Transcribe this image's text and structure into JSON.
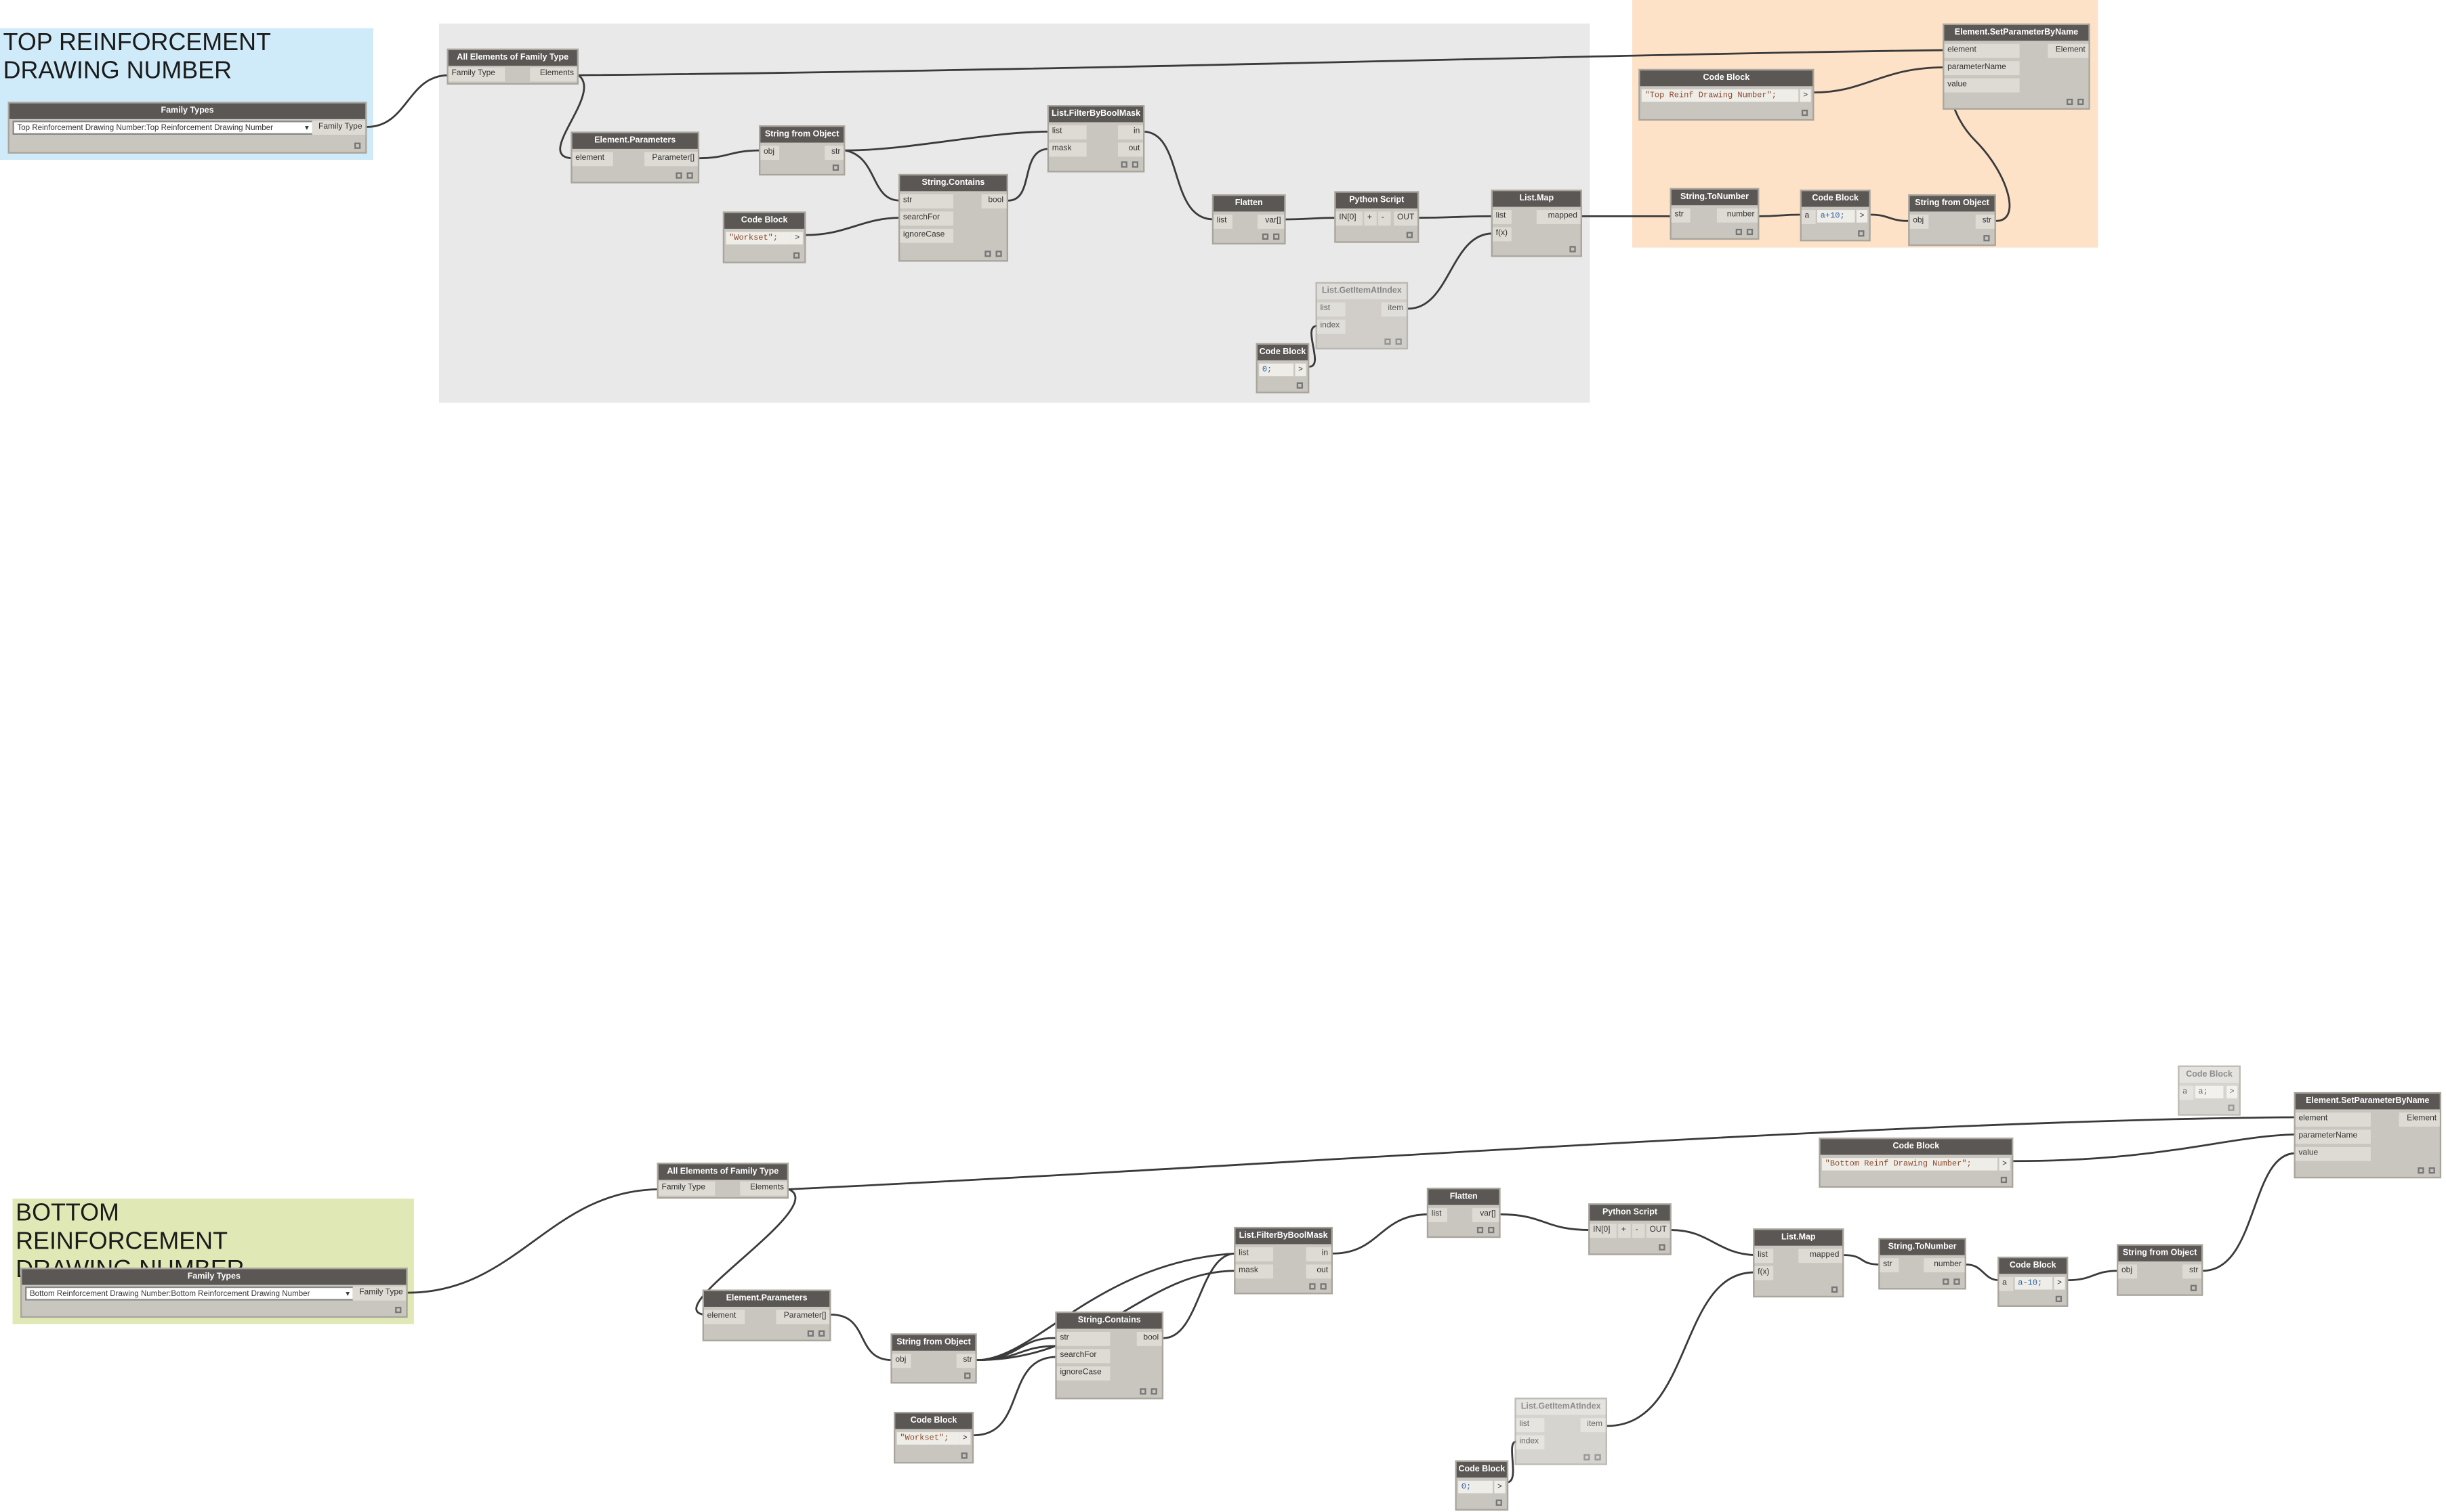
{
  "groups": {
    "top": {
      "title": "TOP REINFORCEMENT DRAWING NUMBER",
      "color": "#cfeaf8"
    },
    "bottom": {
      "title": "BOTTOM REINFORCEMENT DRAWING NUMBER",
      "color": "#e0e9b6"
    },
    "top_filter_color": "#e9e9e9",
    "top_set_color": "#fde2c8"
  },
  "labels": {
    "family_types": "Family Types",
    "family_type": "Family Type",
    "all_elements": "All Elements of Family Type",
    "elements": "Elements",
    "element_parameters": "Element.Parameters",
    "element": "element",
    "parameter_list": "Parameter[]",
    "string_from_object": "String from Object",
    "obj": "obj",
    "str": "str",
    "code_block": "Code Block",
    "string_contains": "String.Contains",
    "search_for": "searchFor",
    "ignore_case": "ignoreCase",
    "bool": "bool",
    "filter_by_bool_mask": "List.FilterByBoolMask",
    "list": "list",
    "mask": "mask",
    "in": "in",
    "out": "out",
    "flatten": "Flatten",
    "var_list": "var[]",
    "python_script": "Python Script",
    "in0": "IN[0]",
    "plus": "+",
    "minus": "-",
    "out_upper": "OUT",
    "list_map": "List.Map",
    "fx": "f(x)",
    "mapped": "mapped",
    "get_item_at_index": "List.GetItemAtIndex",
    "index": "index",
    "item": "item",
    "string_to_number": "String.ToNumber",
    "number": "number",
    "a": "a",
    "set_parameter_by_name": "Element.SetParameterByName",
    "element_out": "Element",
    "parameter_name": "parameterName",
    "value": "value",
    "arrow": ">"
  },
  "top": {
    "family_type_value": "Top Reinforcement Drawing Number:Top Reinforcement Drawing Number",
    "workset_code": "\"Workset\";",
    "index_code": "0;",
    "math_code": "a+10;",
    "param_name_code": "\"Top Reinf Drawing Number\";"
  },
  "bottom": {
    "family_type_value": "Bottom Reinforcement Drawing Number:Bottom Reinforcement Drawing Number",
    "workset_code": "\"Workset\";",
    "index_code": "0;",
    "math_code": "a-10;",
    "param_name_code": "\"Bottom Reinf Drawing Number\";",
    "extra_code": "a;"
  },
  "colors": {
    "node_body": "#c9c6bf",
    "node_title": "#5a5755",
    "wire": "#3a3a3a"
  }
}
